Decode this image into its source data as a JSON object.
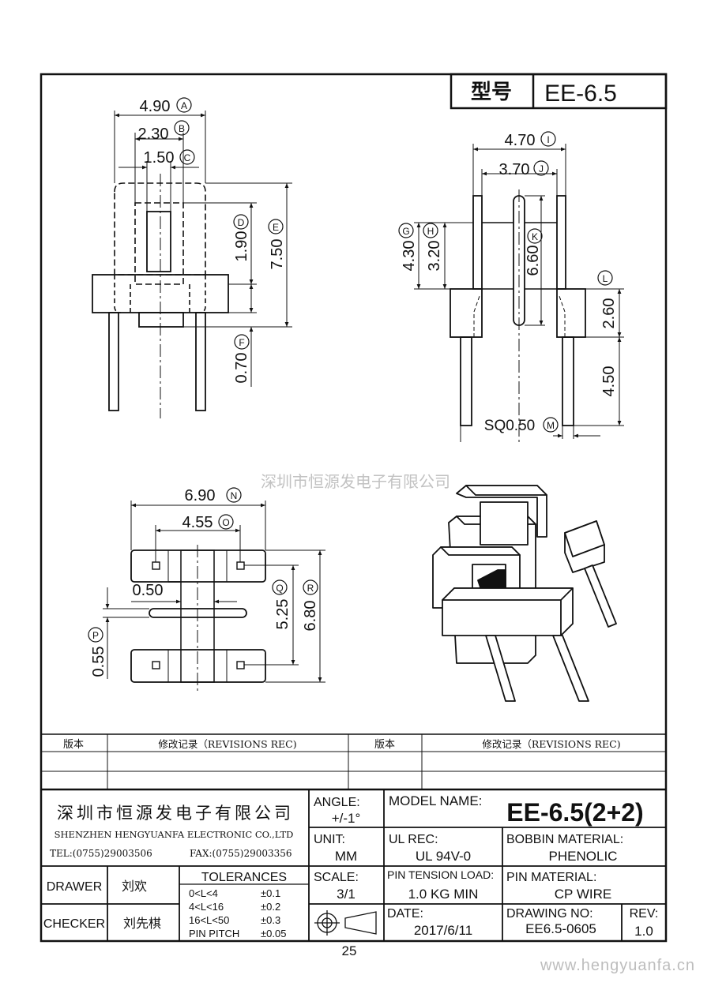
{
  "header": {
    "model_label": "型号",
    "model_value": "EE-6.5"
  },
  "watermark_company": "深圳市恒源发电子有限公司",
  "watermark_url": "www.hengyuanfa.cn",
  "page_number": "25",
  "dimensions": {
    "A": {
      "value": "4.90",
      "letter": "A"
    },
    "B": {
      "value": "2.30",
      "letter": "B"
    },
    "C": {
      "value": "1.50",
      "letter": "C"
    },
    "D": {
      "value": "1.90",
      "letter": "D"
    },
    "E": {
      "value": "7.50",
      "letter": "E"
    },
    "F": {
      "value": "0.70",
      "letter": "F"
    },
    "G": {
      "value": "4.30",
      "letter": "G"
    },
    "H": {
      "value": "3.20",
      "letter": "H"
    },
    "I": {
      "value": "4.70",
      "letter": "I"
    },
    "J": {
      "value": "3.70",
      "letter": "J"
    },
    "K": {
      "value": "6.60",
      "letter": "K"
    },
    "L": {
      "value": "2.60",
      "letter": "L"
    },
    "L2": {
      "value": "4.50"
    },
    "M": {
      "value": "SQ0.50",
      "letter": "M"
    },
    "N": {
      "value": "6.90",
      "letter": "N"
    },
    "O": {
      "value": "4.55",
      "letter": "O"
    },
    "P": {
      "value": "0.55",
      "letter": "P"
    },
    "P2": {
      "value": "0.50"
    },
    "Q": {
      "value": "5.25",
      "letter": "Q"
    },
    "R": {
      "value": "6.80",
      "letter": "R"
    }
  },
  "revisions": {
    "col_version": "版本",
    "col_record": "修改记录（REVISIONS REC)"
  },
  "title_block": {
    "company_cn": "深圳市恒源发电子有限公司",
    "company_en": "SHENZHEN HENGYUANFA ELECTRONIC CO.,LTD",
    "tel": "TEL:(0755)29003506",
    "fax": "FAX:(0755)29003356",
    "angle_label": "ANGLE:",
    "angle_value": "+/-1°",
    "model_name_label": "MODEL NAME:",
    "model_name_value": "EE-6.5(2+2)",
    "unit_label": "UNIT:",
    "unit_value": "MM",
    "ul_label": "UL REC:",
    "ul_value": "UL 94V-0",
    "bobbin_label": "BOBBIN MATERIAL:",
    "bobbin_value": "PHENOLIC",
    "drawer_label": "DRAWER",
    "drawer_value": "刘欢",
    "checker_label": "CHECKER",
    "checker_value": "刘先棋",
    "tolerances_label": "TOLERANCES",
    "tolerances": [
      {
        "range": "0<L<4",
        "value": "±0.1"
      },
      {
        "range": "4<L<16",
        "value": "±0.2"
      },
      {
        "range": "16<L<50",
        "value": "±0.3"
      },
      {
        "range": "PIN PITCH",
        "value": "±0.05"
      }
    ],
    "scale_label": "SCALE:",
    "scale_value": "3/1",
    "pin_tension_label": "PIN TENSION LOAD:",
    "pin_tension_value": "1.0 KG MIN",
    "pin_material_label": "PIN MATERIAL:",
    "pin_material_value": "CP WIRE",
    "date_label": "DATE:",
    "date_value": "2017/6/11",
    "drawing_no_label": "DRAWING NO:",
    "drawing_no_value": "EE6.5-0605",
    "rev_label": "REV:",
    "rev_value": "1.0"
  }
}
